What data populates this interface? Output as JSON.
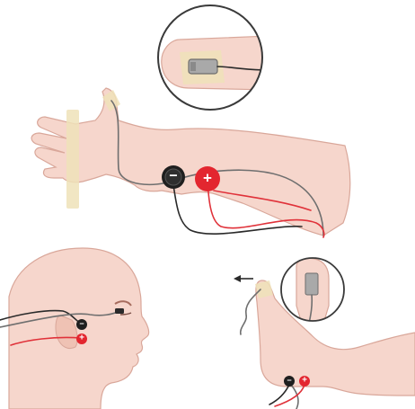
{
  "electrodes": {
    "negative_symbol": "−",
    "positive_symbol": "+"
  },
  "colors": {
    "skin": "#f6d6cc",
    "skin_outline": "#d9a79a",
    "negative_electrode": "#1f1f1f",
    "positive_electrode": "#e3262f",
    "wire_gray": "#6f6f6f",
    "wire_red": "#e0323a",
    "tape": "#efe2b8"
  },
  "panels": [
    {
      "name": "hand-and-forearm",
      "inset": "finger-sensor-closeup"
    },
    {
      "name": "head-side-view"
    },
    {
      "name": "foot-side-view",
      "inset": "toe-sensor-closeup",
      "arrow": "left"
    }
  ]
}
